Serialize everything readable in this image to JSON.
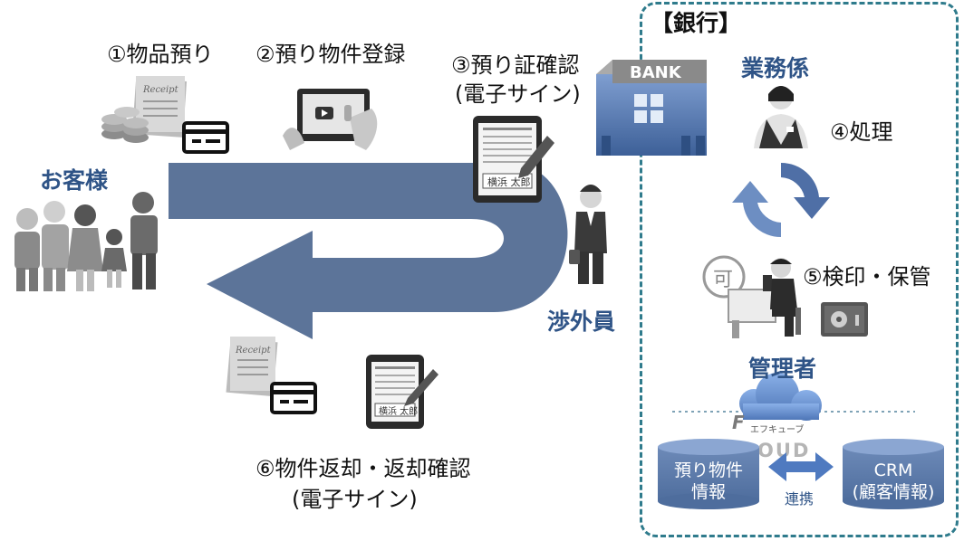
{
  "steps": {
    "s1": "①物品預り",
    "s2": "②預り物件登録",
    "s3_line1": "③預り証確認",
    "s3_line2": "(電子サイン)",
    "s4": "④処理",
    "s5": "⑤検印・保管",
    "s6_line1": "⑥物件返却・返却確認",
    "s6_line2": "(電子サイン)"
  },
  "actors": {
    "customer": "お客様",
    "field_staff": "渉外員",
    "clerk": "業務係",
    "manager": "管理者"
  },
  "bank": {
    "title": "【銀行】",
    "sign": "BANK"
  },
  "cloud": {
    "brand_jp": "エフキューブ",
    "brand_en": "CLOUD"
  },
  "databases": {
    "left_line1": "預り物件",
    "left_line2": "情報",
    "right_line1": "CRM",
    "right_line2": "(顧客情報)",
    "link_label": "連携"
  },
  "doc_labels": {
    "receipt": "Receipt",
    "seal": "可",
    "signature": "横浜 太郎"
  },
  "colors": {
    "flow_arrow": "#5c7499",
    "accent_text": "#2f5487",
    "frame": "#2f7b8c",
    "database": "#5a77a5"
  }
}
